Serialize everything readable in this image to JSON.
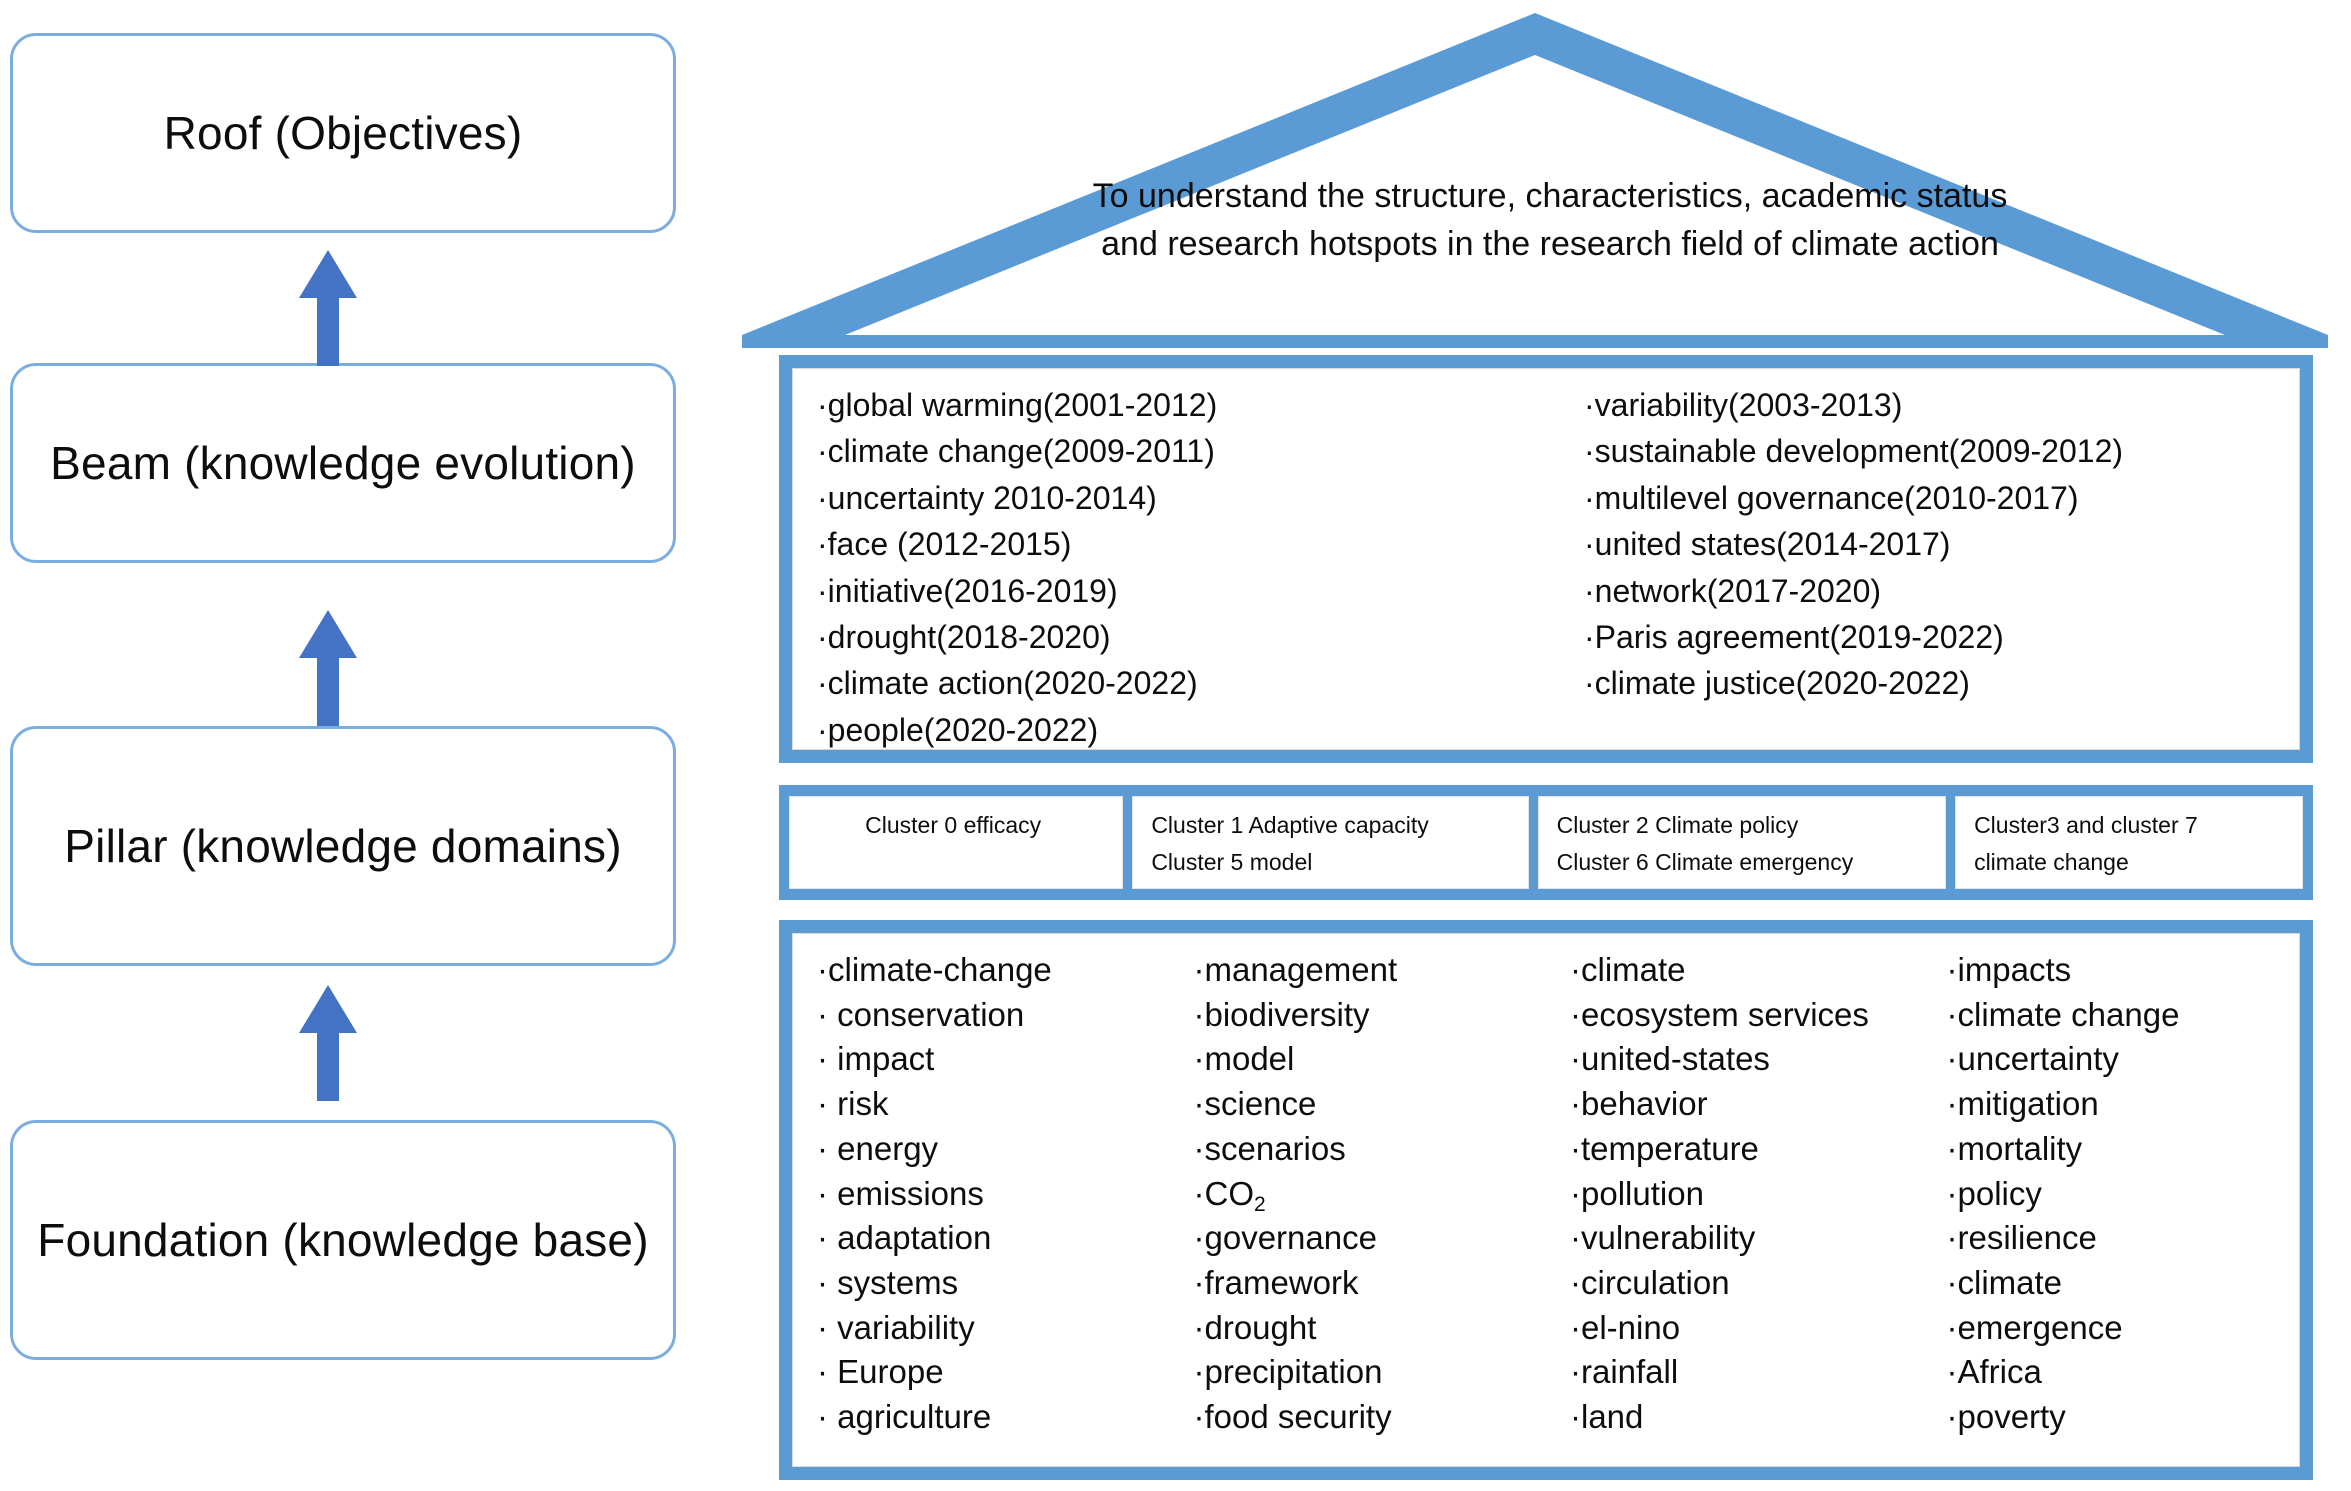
{
  "legend": {
    "roof": "Roof (Objectives)",
    "beam": "Beam (knowledge evolution)",
    "pillar": "Pillar (knowledge domains)",
    "foundation": "Foundation (knowledge base)"
  },
  "roof": {
    "objective_text": "To understand the structure, characteristics, academic status and research hotspots in the research field of climate action"
  },
  "beam": {
    "left_column": [
      "·global warming(2001-2012)",
      "·climate change(2009-2011)",
      "·uncertainty 2010-2014)",
      "·face (2012-2015)",
      "·initiative(2016-2019)",
      "·drought(2018-2020)",
      "·climate action(2020-2022)",
      "·people(2020-2022)"
    ],
    "right_column": [
      "·variability(2003-2013)",
      "·sustainable development(2009-2012)",
      "·multilevel governance(2010-2017)",
      "·united states(2014-2017)",
      "·network(2017-2020)",
      "·Paris agreement(2019-2022)",
      "·climate justice(2020-2022)"
    ]
  },
  "clusters": [
    {
      "lines": [
        "Cluster 0  efficacy"
      ]
    },
    {
      "lines": [
        "Cluster 1 Adaptive capacity",
        "Cluster 5 model"
      ]
    },
    {
      "lines": [
        "Cluster 2   Climate policy",
        "Cluster 6   Climate  emergency"
      ]
    },
    {
      "lines": [
        "Cluster3 and cluster 7",
        "climate change"
      ]
    }
  ],
  "foundation": {
    "columns": [
      [
        "·climate-change",
        "· conservation",
        "· impact",
        "· risk",
        "· energy",
        "· emissions",
        "· adaptation",
        "· systems",
        "· variability",
        "· Europe",
        "· agriculture"
      ],
      [
        "·management",
        "·biodiversity",
        "·model",
        "·science",
        "·scenarios",
        "·CO2",
        "·governance",
        "·framework",
        "·drought",
        "·precipitation",
        "·food security"
      ],
      [
        "·climate",
        "·ecosystem services",
        "·united-states",
        "·behavior",
        "·temperature",
        "·pollution",
        "·vulnerability",
        "·circulation",
        "·el-nino",
        "·rainfall",
        "·land"
      ],
      [
        "·impacts",
        "·climate change",
        "·uncertainty",
        "·mitigation",
        "·mortality",
        "·policy",
        "·resilience",
        "·climate",
        "·emergence",
        "·Africa",
        "·poverty"
      ]
    ]
  },
  "colors": {
    "house_blue": "#5B9BD5",
    "legend_border_blue": "#7BAEE0",
    "arrow_blue": "#4472C4",
    "text": "#0d0d0d"
  }
}
